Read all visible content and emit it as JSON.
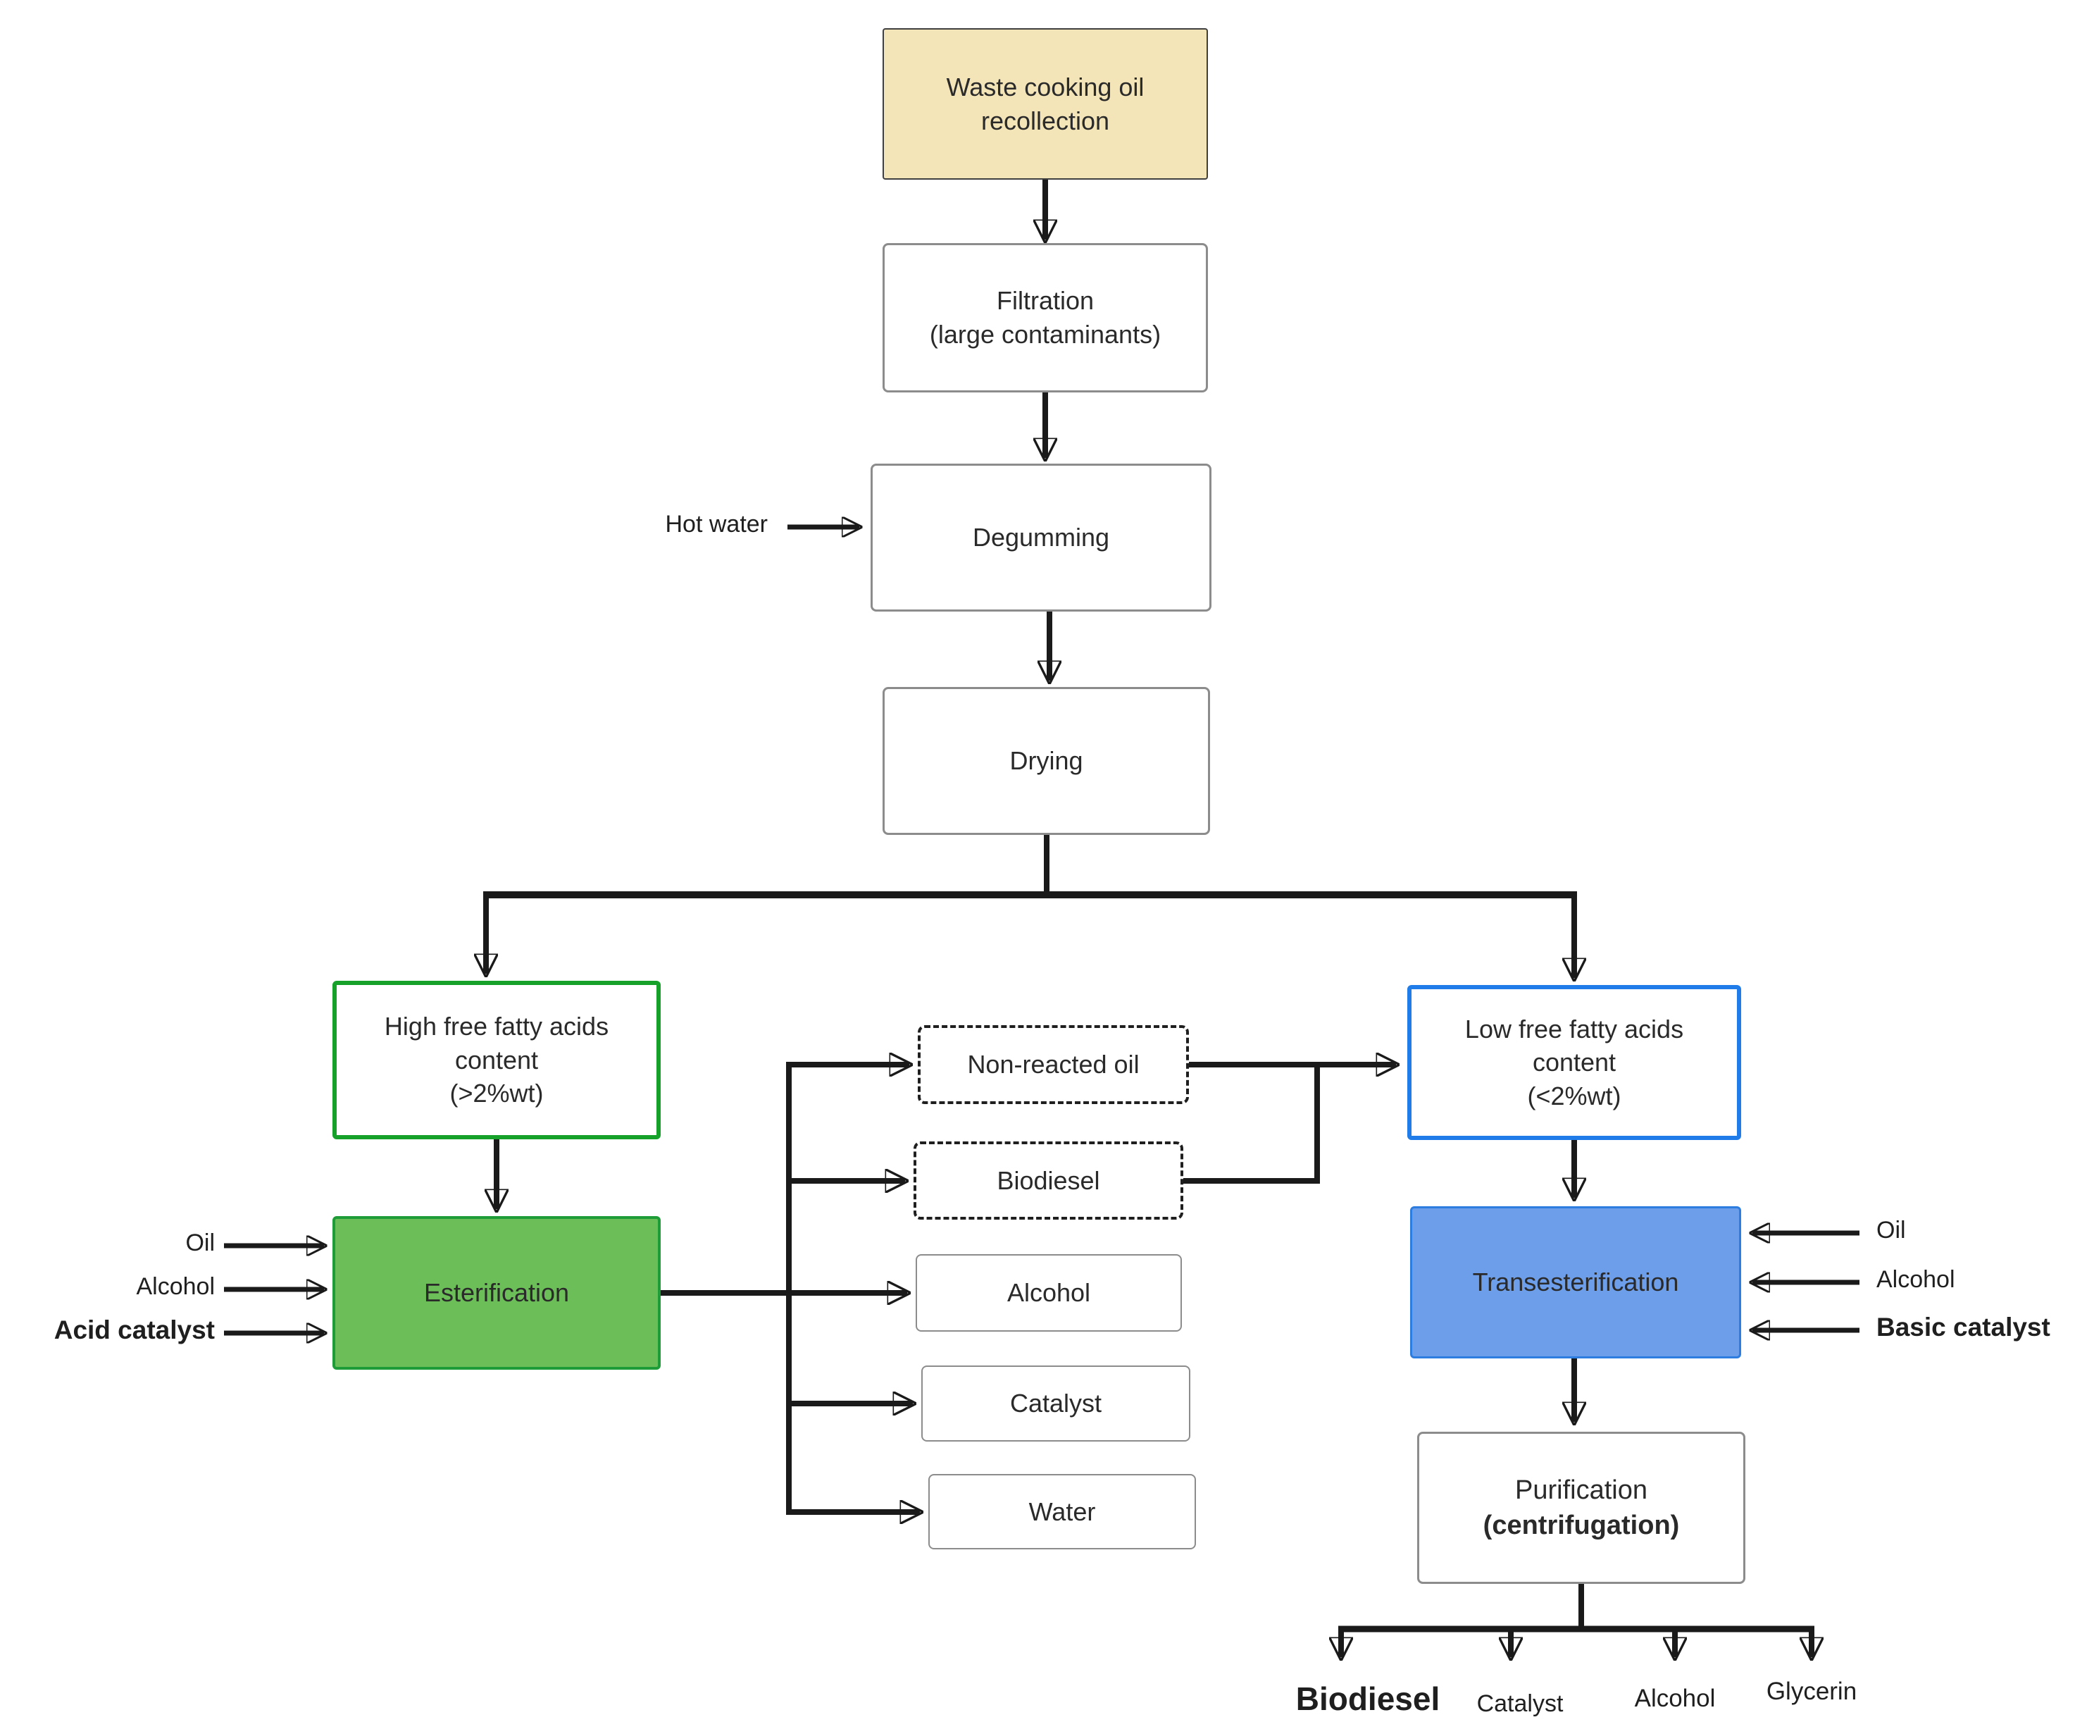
{
  "nodes": {
    "waste": {
      "lines": [
        "Waste cooking oil",
        "recollection"
      ]
    },
    "filtration": {
      "lines": [
        "Filtration",
        "(large contaminants)"
      ]
    },
    "degumming": {
      "lines": [
        "Degumming"
      ]
    },
    "drying": {
      "lines": [
        "Drying"
      ]
    },
    "high_ffa": {
      "lines": [
        "High free fatty acids",
        "content",
        "(>2%wt)"
      ]
    },
    "esterification": {
      "lines": [
        "Esterification"
      ]
    },
    "non_reacted_oil": {
      "lines": [
        "Non-reacted oil"
      ]
    },
    "biodiesel": {
      "lines": [
        "Biodiesel"
      ]
    },
    "alcohol": {
      "lines": [
        "Alcohol"
      ]
    },
    "catalyst": {
      "lines": [
        "Catalyst"
      ]
    },
    "water": {
      "lines": [
        "Water"
      ]
    },
    "low_ffa": {
      "lines": [
        "Low free fatty acids",
        "content",
        "(<2%wt)"
      ]
    },
    "transesterification": {
      "lines": [
        "Transesterification"
      ]
    },
    "purification": {
      "lines": [
        "Purification",
        "(centrifugation)"
      ]
    }
  },
  "inputs": {
    "hot_water": "Hot water",
    "esterification": {
      "oil": "Oil",
      "alcohol": "Alcohol",
      "acid_catalyst": "Acid catalyst"
    },
    "transesterification": {
      "oil": "Oil",
      "alcohol": "Alcohol",
      "basic_catalyst": "Basic catalyst"
    }
  },
  "outputs": {
    "biodiesel": "Biodiesel",
    "catalyst": "Catalyst",
    "alcohol": "Alcohol",
    "glycerin": "Glycerin"
  },
  "colors": {
    "waste_fill": "#f3e5b8",
    "waste_border": "#3f3f3f",
    "process_border": "#8c8c8c",
    "dashed_border": "#1f1f1f",
    "high_ffa_border": "#16a12b",
    "esterification_fill": "#6cbe58",
    "esterification_border": "#1d9c37",
    "low_ffa_border": "#1f7ce8",
    "transesterification_fill": "#6d9eea",
    "transesterification_border": "#2d7ce0",
    "connector": "#1a1a1a",
    "text": "#2a2a2a"
  }
}
